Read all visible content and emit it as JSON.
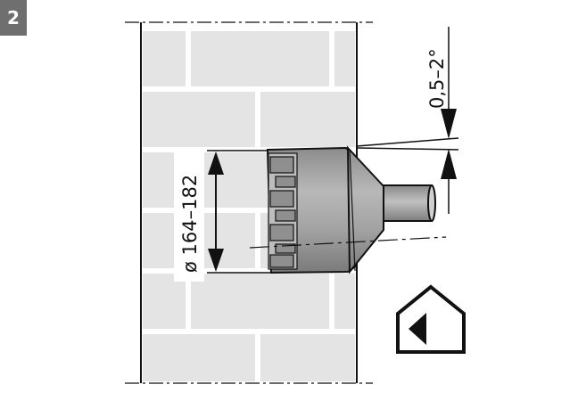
{
  "step_number": "2",
  "diameter_label": "ø 164–182",
  "angle_label": "0,5–2°",
  "icon": "house-inside-arrow-icon",
  "colors": {
    "badge": "#6f6f6f",
    "brick": "#e4e4e4",
    "mortar": "#ffffff",
    "drill_body": "#a6a6a6",
    "drill_dark": "#7c7c7c",
    "line": "#111111"
  }
}
